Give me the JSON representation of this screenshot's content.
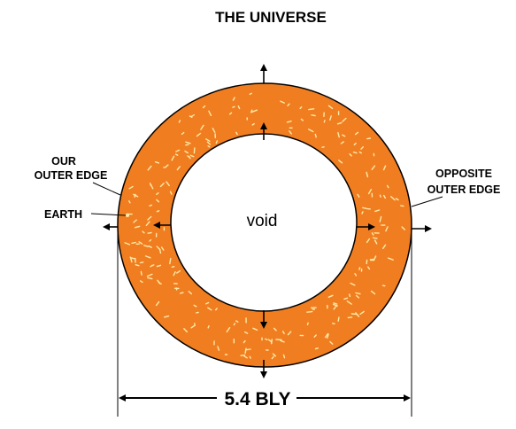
{
  "title": "THE UNIVERSE",
  "labels": {
    "our_outer_edge_line1": "OUR",
    "our_outer_edge_line2": "OUTER EDGE",
    "earth": "EARTH",
    "opposite_line1": "OPPOSITE",
    "opposite_line2": "OUTER EDGE",
    "void": "void"
  },
  "dimension": "5.4 BLY",
  "colors": {
    "ring_fill": "#f07e21",
    "ring_texture": "#fde9a6",
    "outline": "#000000",
    "background": "#ffffff"
  },
  "icons": {
    "outward_arrows": "arrow-out-icon",
    "inward_arrows": "arrow-in-icon"
  }
}
